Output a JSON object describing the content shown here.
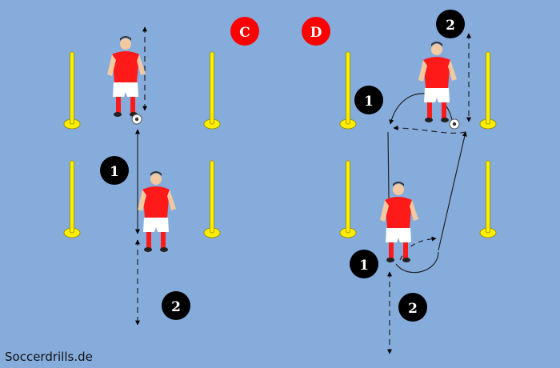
{
  "diagram": {
    "drills": [
      {
        "id": "C",
        "label": "C",
        "steps": [
          "1",
          "2"
        ]
      },
      {
        "id": "D",
        "label": "D",
        "steps": [
          "1",
          "2",
          "1",
          "2"
        ]
      }
    ],
    "colors": {
      "background": "#86acdc",
      "pole": "#ffee00",
      "jersey": "#ff0000",
      "badge": "#ff0000",
      "step_marker": "#000000"
    }
  },
  "watermark": "Soccerdrills.de"
}
